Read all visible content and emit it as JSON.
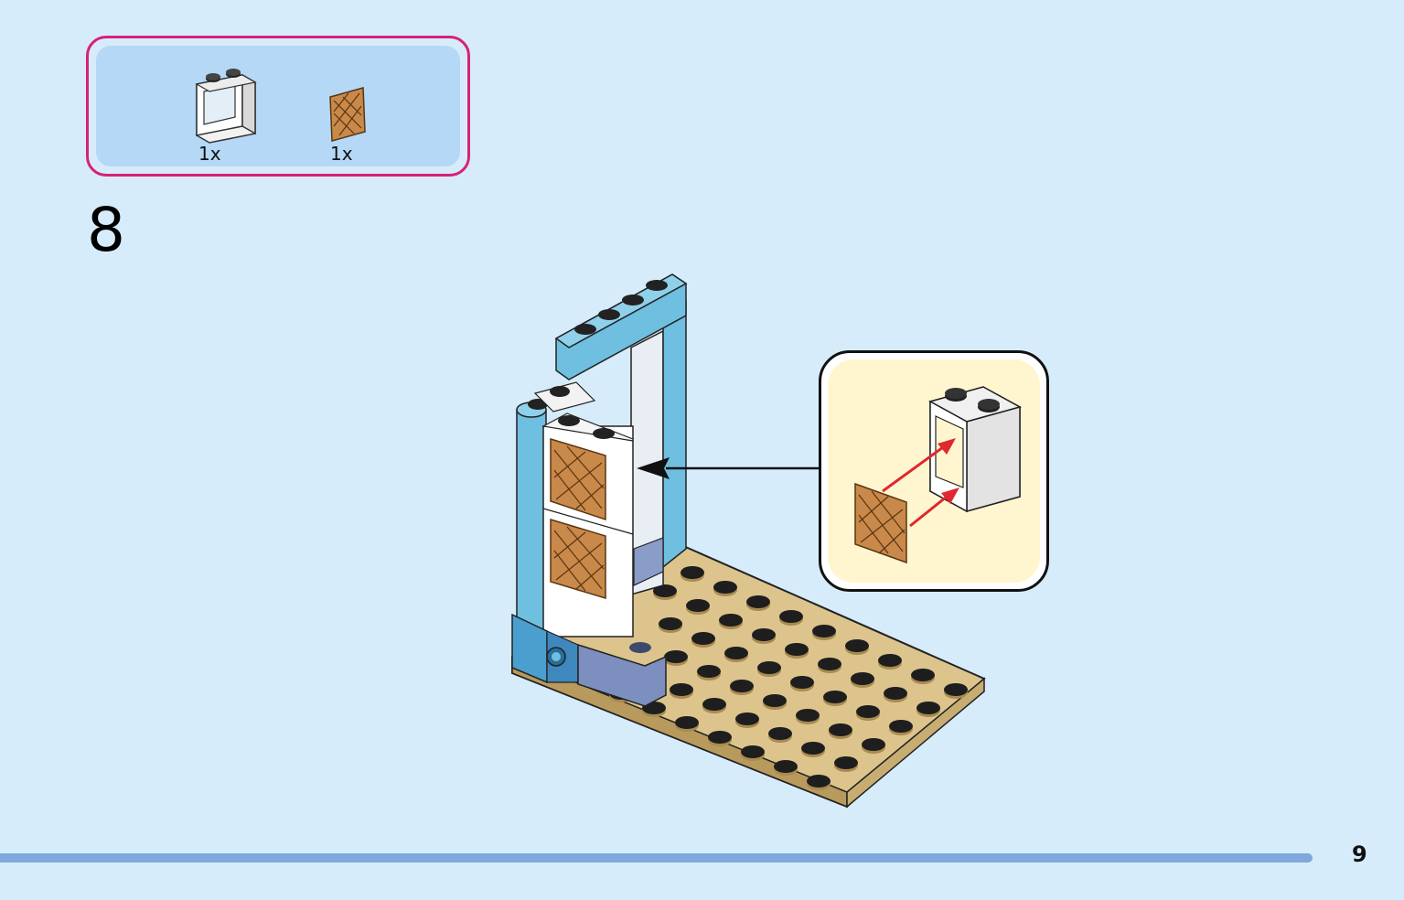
{
  "parts_list": {
    "items": [
      {
        "name": "window-frame-white",
        "qty": "1x",
        "color": "#ffffff"
      },
      {
        "name": "lattice-pane-brown",
        "qty": "1x",
        "color": "#c8894a"
      }
    ]
  },
  "step": {
    "number": "8"
  },
  "page": {
    "number": "9"
  },
  "colors": {
    "background": "#d6ecfb",
    "parts_border": "#d8207a",
    "parts_fill": "#b4d8f6",
    "wall_blue": "#6fbfe0",
    "baseplate_tan": "#dcc48c",
    "lattice_brown": "#c8894a",
    "callout_fill": "#fff6d0",
    "arrow_red": "#e0282e",
    "footer_bar": "#7fa8dc"
  }
}
